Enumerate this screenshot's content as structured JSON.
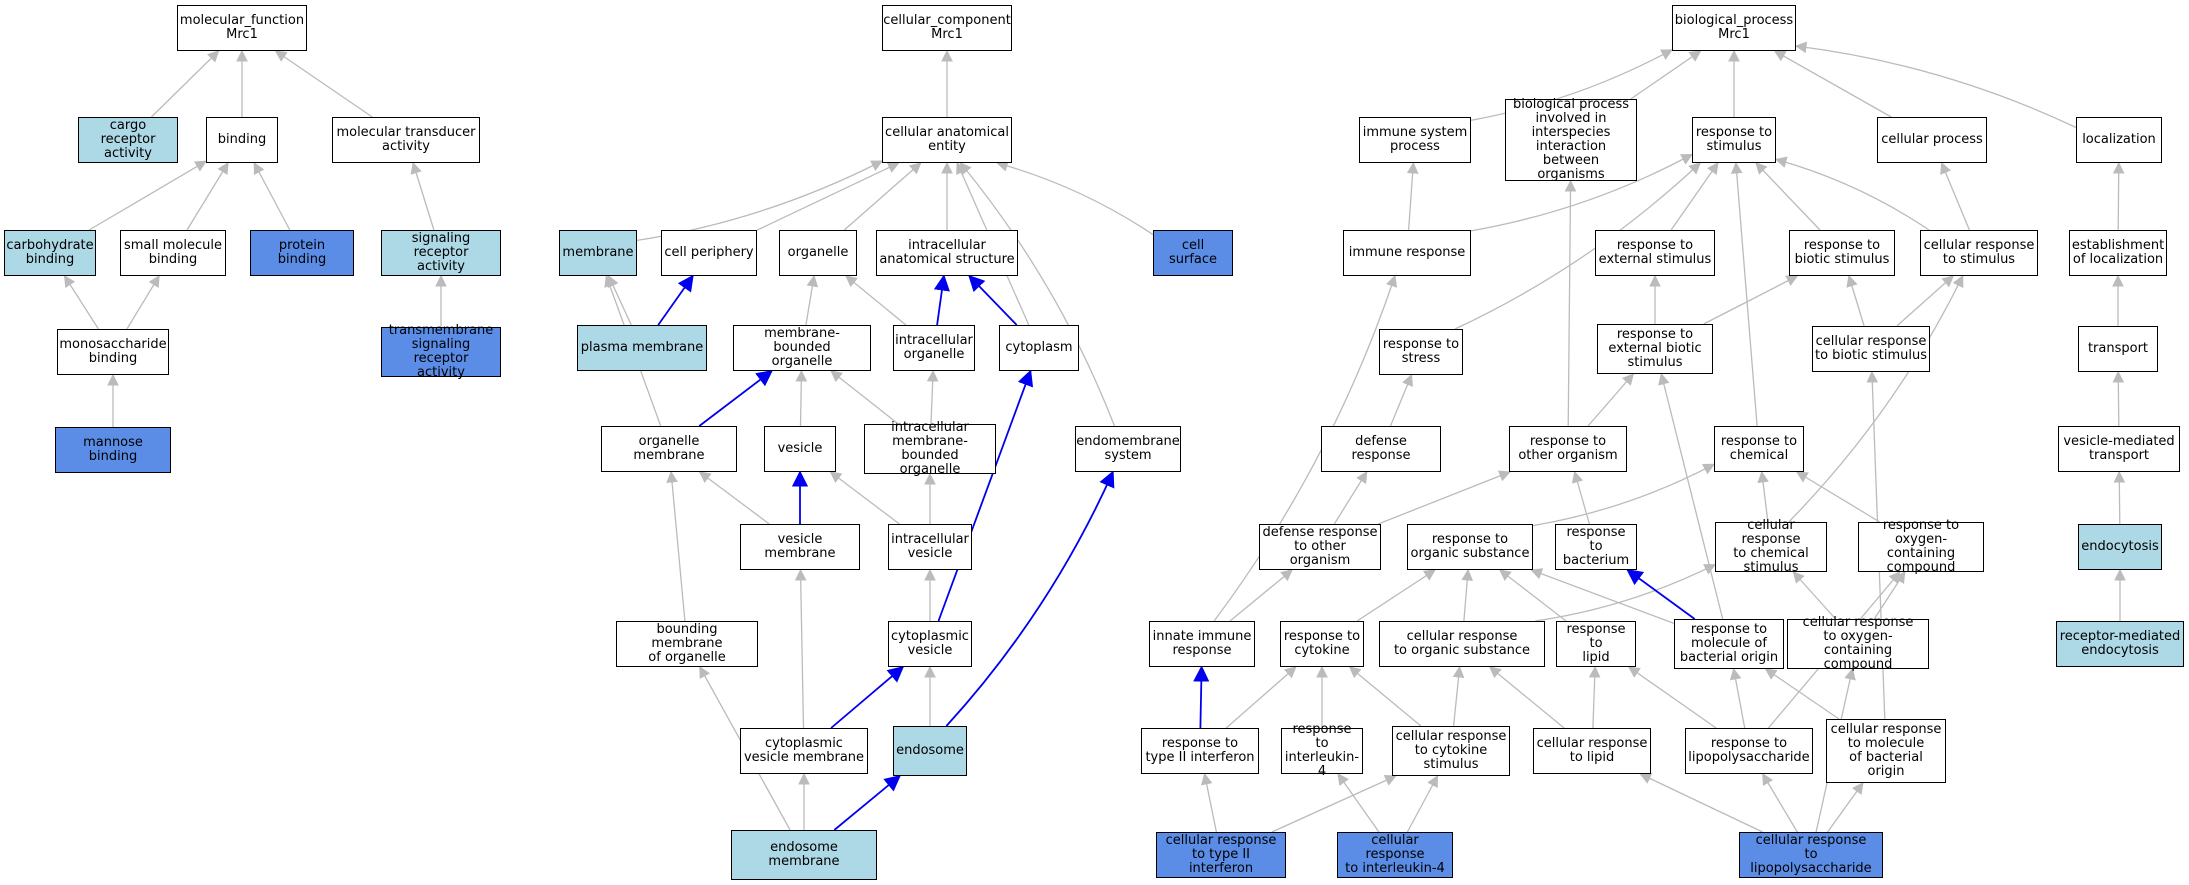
{
  "colors": {
    "white": "#ffffff",
    "light": "#add8e6",
    "blue": "#5b8de6",
    "edge_gray": "#bbbbbb",
    "edge_blue": "#0000ee"
  },
  "nodes": [
    {
      "id": "mf_root",
      "label": "molecular_function\nMrc1",
      "fill": "white"
    },
    {
      "id": "cargo_receptor",
      "label": "cargo receptor\nactivity",
      "fill": "light"
    },
    {
      "id": "binding",
      "label": "binding",
      "fill": "white"
    },
    {
      "id": "mol_transducer",
      "label": "molecular transducer\nactivity",
      "fill": "white"
    },
    {
      "id": "carb_binding",
      "label": "carbohydrate\nbinding",
      "fill": "light"
    },
    {
      "id": "small_mol_binding",
      "label": "small molecule\nbinding",
      "fill": "white"
    },
    {
      "id": "protein_binding",
      "label": "protein binding",
      "fill": "blue"
    },
    {
      "id": "sig_receptor",
      "label": "signaling receptor\nactivity",
      "fill": "light"
    },
    {
      "id": "monosacch",
      "label": "monosaccharide\nbinding",
      "fill": "white"
    },
    {
      "id": "tm_sig_receptor",
      "label": "transmembrane\nsignaling receptor\nactivity",
      "fill": "blue"
    },
    {
      "id": "mannose",
      "label": "mannose binding",
      "fill": "blue"
    },
    {
      "id": "cc_root",
      "label": "cellular_component\nMrc1",
      "fill": "white"
    },
    {
      "id": "cell_anat",
      "label": "cellular anatomical\nentity",
      "fill": "white"
    },
    {
      "id": "membrane",
      "label": "membrane",
      "fill": "light"
    },
    {
      "id": "cell_periphery",
      "label": "cell periphery",
      "fill": "white"
    },
    {
      "id": "organelle",
      "label": "organelle",
      "fill": "white"
    },
    {
      "id": "intracell_anat",
      "label": "intracellular\nanatomical structure",
      "fill": "white"
    },
    {
      "id": "cell_surface",
      "label": "cell surface",
      "fill": "blue"
    },
    {
      "id": "plasma_membrane",
      "label": "plasma membrane",
      "fill": "light"
    },
    {
      "id": "mem_bound_org",
      "label": "membrane-bounded\norganelle",
      "fill": "white"
    },
    {
      "id": "intracell_org",
      "label": "intracellular\norganelle",
      "fill": "white"
    },
    {
      "id": "cytoplasm",
      "label": "cytoplasm",
      "fill": "white"
    },
    {
      "id": "org_membrane",
      "label": "organelle membrane",
      "fill": "white"
    },
    {
      "id": "vesicle",
      "label": "vesicle",
      "fill": "white"
    },
    {
      "id": "intracell_mb_org",
      "label": "intracellular\nmembrane-bounded\norganelle",
      "fill": "white"
    },
    {
      "id": "endomembrane",
      "label": "endomembrane\nsystem",
      "fill": "white"
    },
    {
      "id": "vesicle_membrane",
      "label": "vesicle membrane",
      "fill": "white"
    },
    {
      "id": "intracell_vesicle",
      "label": "intracellular\nvesicle",
      "fill": "white"
    },
    {
      "id": "bounding_membrane",
      "label": "bounding membrane\nof organelle",
      "fill": "white"
    },
    {
      "id": "cyto_vesicle",
      "label": "cytoplasmic\nvesicle",
      "fill": "white"
    },
    {
      "id": "cyto_vesicle_mem",
      "label": "cytoplasmic\nvesicle membrane",
      "fill": "white"
    },
    {
      "id": "endosome",
      "label": "endosome",
      "fill": "light"
    },
    {
      "id": "endosome_membrane",
      "label": "endosome membrane",
      "fill": "light"
    },
    {
      "id": "bp_root",
      "label": "biological_process\nMrc1",
      "fill": "white"
    },
    {
      "id": "immune_sys",
      "label": "immune system\nprocess",
      "fill": "white"
    },
    {
      "id": "bp_interspecies",
      "label": "biological process\ninvolved in\ninterspecies\ninteraction\nbetween organisms",
      "fill": "white"
    },
    {
      "id": "resp_stimulus",
      "label": "response to\nstimulus",
      "fill": "white"
    },
    {
      "id": "cellular_process",
      "label": "cellular process",
      "fill": "white"
    },
    {
      "id": "localization",
      "label": "localization",
      "fill": "white"
    },
    {
      "id": "immune_response",
      "label": "immune response",
      "fill": "white"
    },
    {
      "id": "resp_ext_stim",
      "label": "response to\nexternal stimulus",
      "fill": "white"
    },
    {
      "id": "resp_biotic",
      "label": "response to\nbiotic stimulus",
      "fill": "white"
    },
    {
      "id": "cell_resp_stim",
      "label": "cellular response\nto stimulus",
      "fill": "white"
    },
    {
      "id": "est_localization",
      "label": "establishment\nof localization",
      "fill": "white"
    },
    {
      "id": "resp_stress",
      "label": "response to\nstress",
      "fill": "white"
    },
    {
      "id": "resp_ext_biotic",
      "label": "response to\nexternal biotic\nstimulus",
      "fill": "white"
    },
    {
      "id": "cell_resp_biotic",
      "label": "cellular response\nto biotic stimulus",
      "fill": "white"
    },
    {
      "id": "transport",
      "label": "transport",
      "fill": "white"
    },
    {
      "id": "defense_resp",
      "label": "defense response",
      "fill": "white"
    },
    {
      "id": "resp_other_org",
      "label": "response to\nother organism",
      "fill": "white"
    },
    {
      "id": "resp_chemical",
      "label": "response to\nchemical",
      "fill": "white"
    },
    {
      "id": "vesicle_transport",
      "label": "vesicle-mediated\ntransport",
      "fill": "white"
    },
    {
      "id": "defense_other_org",
      "label": "defense response\nto other organism",
      "fill": "white"
    },
    {
      "id": "resp_org_subst",
      "label": "response to\norganic substance",
      "fill": "white"
    },
    {
      "id": "resp_bacterium",
      "label": "response to\nbacterium",
      "fill": "white"
    },
    {
      "id": "cell_resp_chem",
      "label": "cellular response\nto chemical\nstimulus",
      "fill": "white"
    },
    {
      "id": "resp_oxygen",
      "label": "response to\noxygen-containing\ncompound",
      "fill": "white"
    },
    {
      "id": "endocytosis",
      "label": "endocytosis",
      "fill": "light"
    },
    {
      "id": "innate_immune",
      "label": "innate immune\nresponse",
      "fill": "white"
    },
    {
      "id": "resp_cytokine",
      "label": "response to\ncytokine",
      "fill": "white"
    },
    {
      "id": "cell_resp_org_subst",
      "label": "cellular response\nto organic substance",
      "fill": "white"
    },
    {
      "id": "resp_lipid",
      "label": "response to\nlipid",
      "fill": "white"
    },
    {
      "id": "resp_mol_bact",
      "label": "response to\nmolecule of\nbacterial origin",
      "fill": "white"
    },
    {
      "id": "cell_resp_oxygen",
      "label": "cellular response\nto oxygen-containing\ncompound",
      "fill": "white"
    },
    {
      "id": "rm_endocytosis",
      "label": "receptor-mediated\nendocytosis",
      "fill": "light"
    },
    {
      "id": "resp_ifng",
      "label": "response to\ntype II interferon",
      "fill": "white"
    },
    {
      "id": "resp_il4",
      "label": "response to\ninterleukin-4",
      "fill": "white"
    },
    {
      "id": "cell_resp_cytokine",
      "label": "cellular response\nto cytokine\nstimulus",
      "fill": "white"
    },
    {
      "id": "cell_resp_lipid",
      "label": "cellular response\nto lipid",
      "fill": "white"
    },
    {
      "id": "resp_lps",
      "label": "response to\nlipopolysaccharide",
      "fill": "white"
    },
    {
      "id": "cell_resp_mol_bact",
      "label": "cellular response\nto molecule\nof bacterial\norigin",
      "fill": "white"
    },
    {
      "id": "cell_resp_ifng",
      "label": "cellular response\nto type II interferon",
      "fill": "blue"
    },
    {
      "id": "cell_resp_il4",
      "label": "cellular response\nto interleukin-4",
      "fill": "blue"
    },
    {
      "id": "cell_resp_lps",
      "label": "cellular response\nto lipopolysaccharide",
      "fill": "blue"
    }
  ],
  "edges": [
    [
      "cargo_receptor",
      "mf_root"
    ],
    [
      "binding",
      "mf_root"
    ],
    [
      "mol_transducer",
      "mf_root"
    ],
    [
      "carb_binding",
      "binding"
    ],
    [
      "small_mol_binding",
      "binding"
    ],
    [
      "protein_binding",
      "binding"
    ],
    [
      "sig_receptor",
      "mol_transducer"
    ],
    [
      "monosacch",
      "carb_binding"
    ],
    [
      "monosacch",
      "small_mol_binding"
    ],
    [
      "tm_sig_receptor",
      "sig_receptor"
    ],
    [
      "mannose",
      "monosacch"
    ],
    [
      "cell_anat",
      "cc_root"
    ],
    [
      "membrane",
      "cell_anat"
    ],
    [
      "cell_periphery",
      "cell_anat"
    ],
    [
      "organelle",
      "cell_anat"
    ],
    [
      "intracell_anat",
      "cell_anat"
    ],
    [
      "cell_surface",
      "cell_anat"
    ],
    [
      "cytoplasm",
      "cell_anat"
    ],
    [
      "endomembrane",
      "cell_anat"
    ],
    [
      "plasma_membrane",
      "membrane"
    ],
    [
      "plasma_membrane",
      "cell_periphery",
      "blue"
    ],
    [
      "mem_bound_org",
      "organelle"
    ],
    [
      "intracell_org",
      "organelle"
    ],
    [
      "intracell_org",
      "intracell_anat",
      "blue"
    ],
    [
      "cytoplasm",
      "intracell_anat",
      "blue"
    ],
    [
      "org_membrane",
      "membrane"
    ],
    [
      "org_membrane",
      "mem_bound_org",
      "blue"
    ],
    [
      "vesicle",
      "mem_bound_org"
    ],
    [
      "intracell_mb_org",
      "mem_bound_org"
    ],
    [
      "intracell_mb_org",
      "intracell_org"
    ],
    [
      "vesicle_membrane",
      "vesicle",
      "blue"
    ],
    [
      "vesicle_membrane",
      "org_membrane"
    ],
    [
      "intracell_vesicle",
      "vesicle"
    ],
    [
      "intracell_vesicle",
      "intracell_mb_org"
    ],
    [
      "bounding_membrane",
      "org_membrane"
    ],
    [
      "cyto_vesicle",
      "intracell_vesicle"
    ],
    [
      "cyto_vesicle",
      "cytoplasm",
      "blue"
    ],
    [
      "cyto_vesicle_mem",
      "vesicle_membrane"
    ],
    [
      "cyto_vesicle_mem",
      "cyto_vesicle",
      "blue"
    ],
    [
      "endosome",
      "cyto_vesicle"
    ],
    [
      "endosome",
      "endomembrane",
      "blue"
    ],
    [
      "endosome_membrane",
      "bounding_membrane"
    ],
    [
      "endosome_membrane",
      "cyto_vesicle_mem"
    ],
    [
      "endosome_membrane",
      "endosome",
      "blue"
    ],
    [
      "immune_sys",
      "bp_root"
    ],
    [
      "bp_interspecies",
      "bp_root"
    ],
    [
      "resp_stimulus",
      "bp_root"
    ],
    [
      "cellular_process",
      "bp_root"
    ],
    [
      "localization",
      "bp_root"
    ],
    [
      "immune_response",
      "immune_sys"
    ],
    [
      "immune_response",
      "resp_stimulus"
    ],
    [
      "resp_ext_stim",
      "resp_stimulus"
    ],
    [
      "resp_biotic",
      "resp_stimulus"
    ],
    [
      "cell_resp_stim",
      "resp_stimulus"
    ],
    [
      "cell_resp_stim",
      "cellular_process"
    ],
    [
      "est_localization",
      "localization"
    ],
    [
      "resp_stress",
      "resp_stimulus"
    ],
    [
      "resp_ext_biotic",
      "resp_ext_stim"
    ],
    [
      "resp_ext_biotic",
      "resp_biotic"
    ],
    [
      "cell_resp_biotic",
      "resp_biotic"
    ],
    [
      "cell_resp_biotic",
      "cell_resp_stim"
    ],
    [
      "transport",
      "est_localization"
    ],
    [
      "defense_resp",
      "resp_stress"
    ],
    [
      "resp_other_org",
      "resp_ext_biotic"
    ],
    [
      "resp_other_org",
      "bp_interspecies"
    ],
    [
      "resp_chemical",
      "resp_stimulus"
    ],
    [
      "vesicle_transport",
      "transport"
    ],
    [
      "defense_other_org",
      "defense_resp"
    ],
    [
      "defense_other_org",
      "resp_other_org"
    ],
    [
      "resp_org_subst",
      "resp_chemical"
    ],
    [
      "resp_bacterium",
      "resp_other_org"
    ],
    [
      "cell_resp_chem",
      "resp_chemical"
    ],
    [
      "cell_resp_chem",
      "cell_resp_stim"
    ],
    [
      "resp_oxygen",
      "resp_chemical"
    ],
    [
      "endocytosis",
      "vesicle_transport"
    ],
    [
      "innate_immune",
      "immune_response"
    ],
    [
      "innate_immune",
      "defense_other_org"
    ],
    [
      "resp_cytokine",
      "resp_org_subst"
    ],
    [
      "cell_resp_org_subst",
      "resp_org_subst"
    ],
    [
      "cell_resp_org_subst",
      "cell_resp_chem"
    ],
    [
      "resp_lipid",
      "resp_org_subst"
    ],
    [
      "resp_mol_bact",
      "resp_org_subst"
    ],
    [
      "resp_mol_bact",
      "resp_bacterium",
      "blue"
    ],
    [
      "resp_mol_bact",
      "resp_ext_biotic"
    ],
    [
      "cell_resp_oxygen",
      "cell_resp_chem"
    ],
    [
      "cell_resp_oxygen",
      "resp_oxygen"
    ],
    [
      "rm_endocytosis",
      "endocytosis"
    ],
    [
      "resp_ifng",
      "innate_immune",
      "blue"
    ],
    [
      "resp_ifng",
      "resp_cytokine"
    ],
    [
      "resp_il4",
      "resp_cytokine"
    ],
    [
      "cell_resp_cytokine",
      "resp_cytokine"
    ],
    [
      "cell_resp_cytokine",
      "cell_resp_org_subst"
    ],
    [
      "cell_resp_lipid",
      "resp_lipid"
    ],
    [
      "cell_resp_lipid",
      "cell_resp_org_subst"
    ],
    [
      "resp_lps",
      "resp_lipid"
    ],
    [
      "resp_lps",
      "resp_mol_bact"
    ],
    [
      "resp_lps",
      "resp_oxygen"
    ],
    [
      "cell_resp_mol_bact",
      "resp_mol_bact"
    ],
    [
      "cell_resp_mol_bact",
      "cell_resp_biotic"
    ],
    [
      "cell_resp_ifng",
      "resp_ifng"
    ],
    [
      "cell_resp_ifng",
      "cell_resp_cytokine"
    ],
    [
      "cell_resp_il4",
      "resp_il4"
    ],
    [
      "cell_resp_il4",
      "cell_resp_cytokine"
    ],
    [
      "cell_resp_lps",
      "resp_lps"
    ],
    [
      "cell_resp_lps",
      "cell_resp_lipid"
    ],
    [
      "cell_resp_lps",
      "cell_resp_mol_bact"
    ],
    [
      "cell_resp_lps",
      "cell_resp_oxygen"
    ]
  ]
}
